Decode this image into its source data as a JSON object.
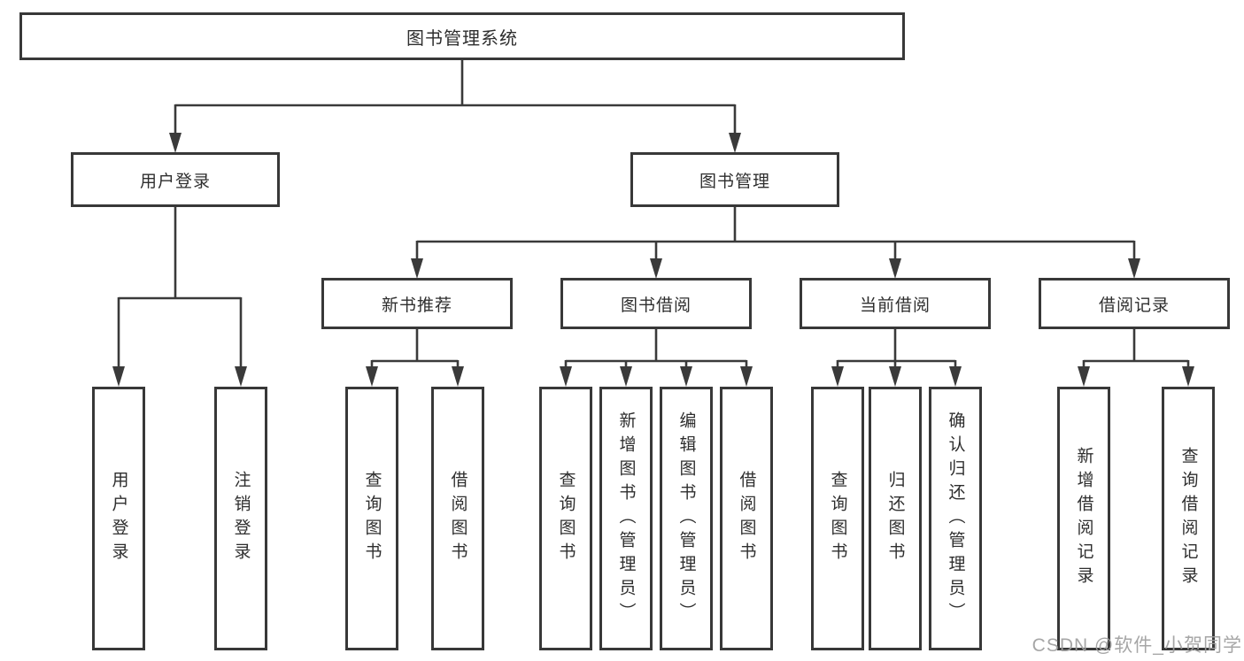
{
  "diagram": {
    "root": "图书管理系统",
    "level2": {
      "user_login": "用户登录",
      "book_management": "图书管理"
    },
    "level3": {
      "new_book_recommend": "新书推荐",
      "book_borrow": "图书借阅",
      "current_borrow": "当前借阅",
      "borrow_records": "借阅记录"
    },
    "leaves": {
      "user_login": "用户登录",
      "logout": "注销登录",
      "recommend_query_book": "查询图书",
      "recommend_borrow_book": "借阅图书",
      "borrow_query_book": "查询图书",
      "borrow_add_book": "新增图书（管理员）",
      "borrow_edit_book": "编辑图书（管理员）",
      "borrow_borrow_book": "借阅图书",
      "current_query_book": "查询图书",
      "current_return_book": "归还图书",
      "current_confirm_return": "确认归还（管理员）",
      "records_add_record": "新增借阅记录",
      "records_query_record": "查询借阅记录"
    }
  },
  "watermark": "CSDN @软件_小贺同学",
  "colors": {
    "line": "#3a3a3a",
    "box_border": "#383838",
    "text": "#2e2e2e",
    "watermark": "#9e9e9e",
    "background": "#ffffff"
  }
}
